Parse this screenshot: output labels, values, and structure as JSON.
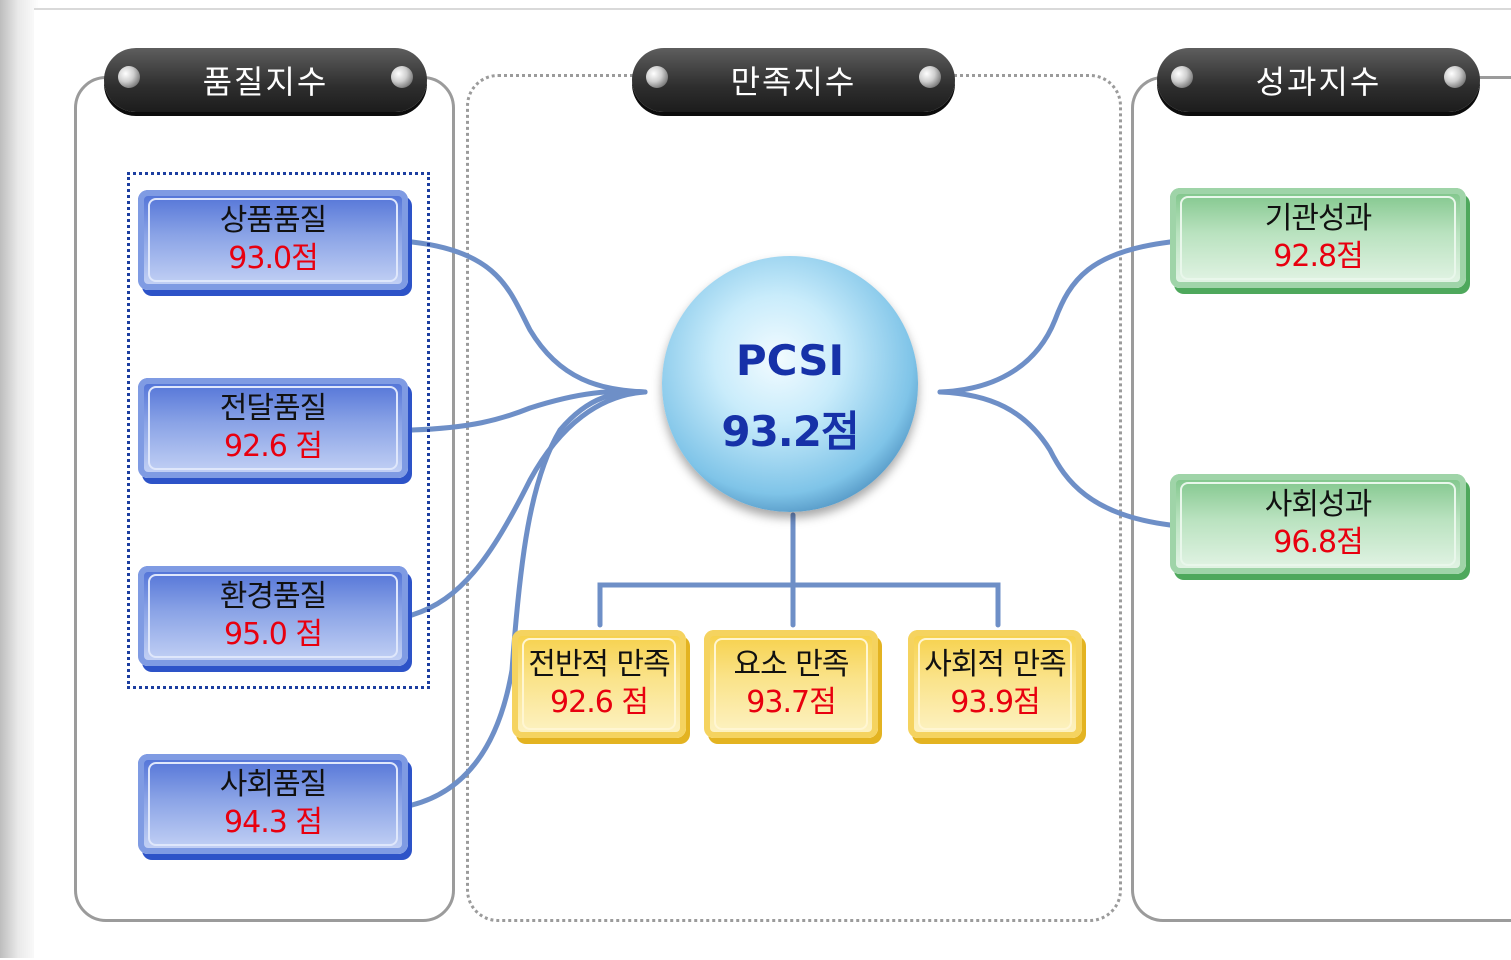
{
  "columns": {
    "quality": {
      "title": "품질지수"
    },
    "satisfaction": {
      "title": "만족지수"
    },
    "performance": {
      "title": "성과지수"
    }
  },
  "quality_items": [
    {
      "label": "상품품질",
      "value": "93.0점"
    },
    {
      "label": "전달품질",
      "value": "92.6 점"
    },
    {
      "label": "환경품질",
      "value": "95.0 점"
    },
    {
      "label": "사회품질",
      "value": "94.3 점"
    }
  ],
  "center": {
    "title": "PCSI",
    "value": "93.2점"
  },
  "satisfaction_items": [
    {
      "label": "전반적 만족",
      "value": "92.6 점"
    },
    {
      "label": "요소 만족",
      "value": "93.7점"
    },
    {
      "label": "사회적 만족",
      "value": "93.9점"
    }
  ],
  "performance_items": [
    {
      "label": "기관성과",
      "value": "92.8점"
    },
    {
      "label": "사회성과",
      "value": "96.8점"
    }
  ],
  "colors": {
    "quality_box": "#5b7ddb",
    "performance_box": "#8fd09a",
    "satisfaction_box": "#f8d85c",
    "connector": "#6e8fc7",
    "value_text": "#e8000f",
    "center_text": "#1631a8"
  }
}
